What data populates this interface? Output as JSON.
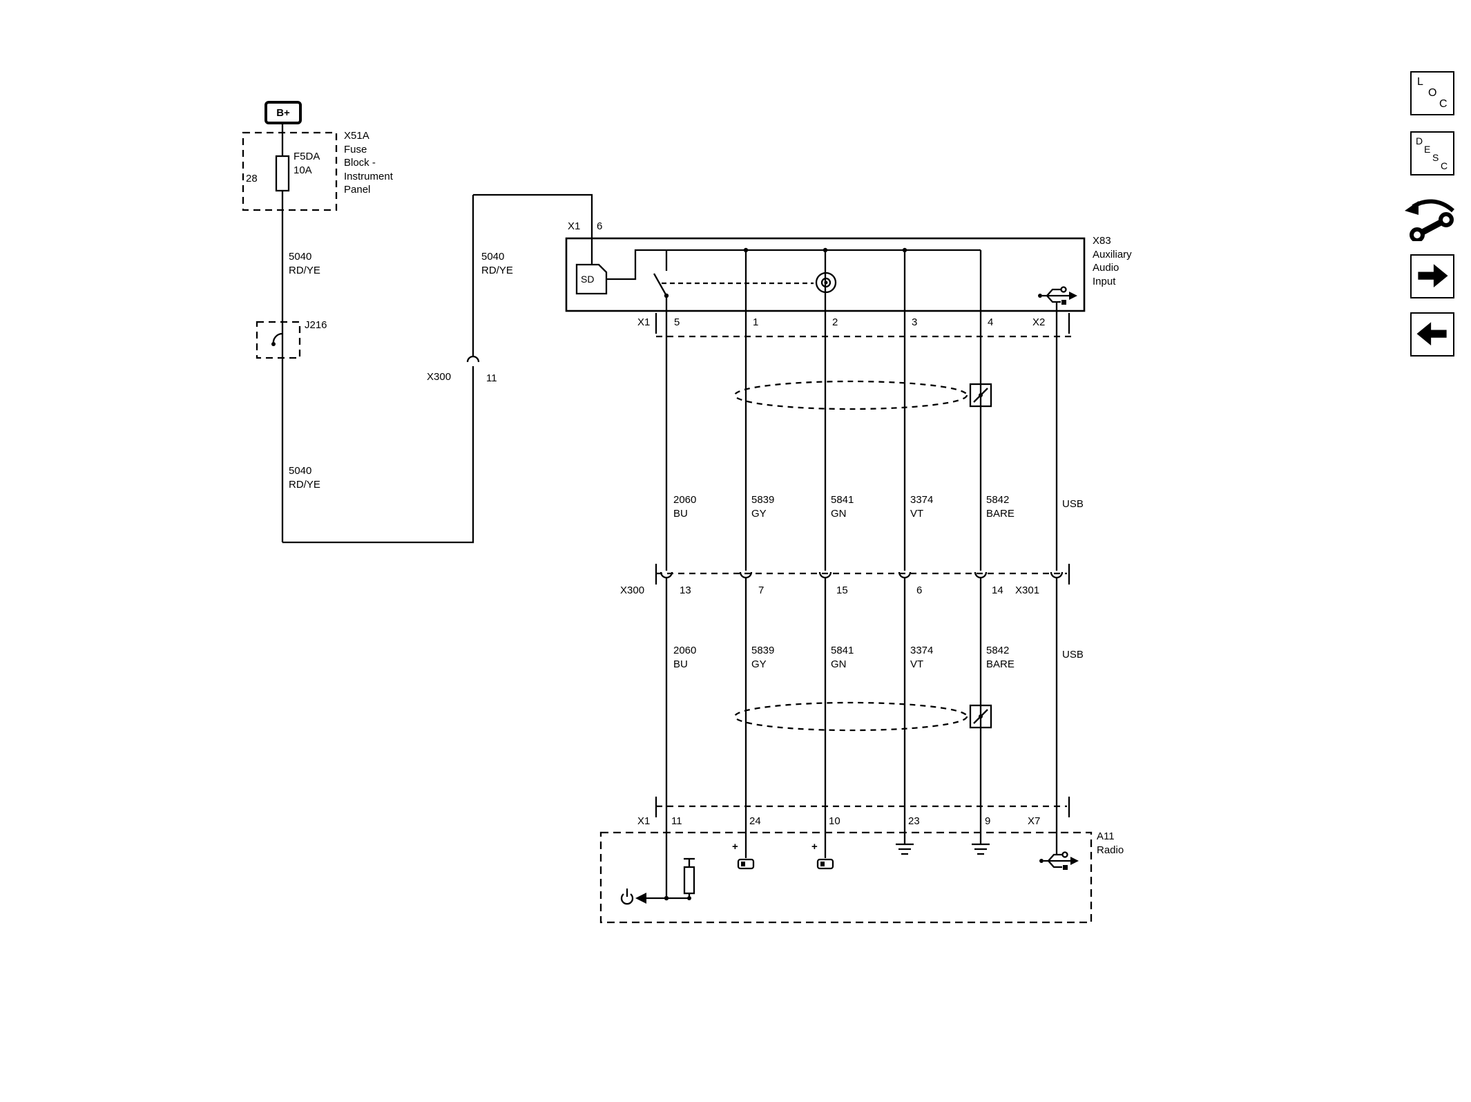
{
  "battery": {
    "label": "B+"
  },
  "fuse_block": {
    "title": "X51A\nFuse\nBlock -\nInstrument\nPanel",
    "fuse_label": "F5DA\n10A",
    "cavity": "28"
  },
  "splice": {
    "label": "J216"
  },
  "power_wire": {
    "seg_a": "5040\nRD/YE",
    "seg_b": "5040\nRD/YE",
    "seg_c": "5040\nRD/YE"
  },
  "x300_single": {
    "name": "X300",
    "pin": "11"
  },
  "x83": {
    "title": "X83\nAuxiliary\nAudio\nInput",
    "top_conn": "X1",
    "top_pin": "6",
    "sd_label": "SD",
    "bottom_conn_left": "X1",
    "bottom_pins": [
      "5",
      "1",
      "2",
      "3",
      "4"
    ],
    "bottom_conn_right": "X2"
  },
  "harness_upper": [
    "2060\nBU",
    "5839\nGY",
    "5841\nGN",
    "3374\nVT",
    "5842\nBARE",
    "USB"
  ],
  "inline_row": {
    "left": "X300",
    "pins": [
      "13",
      "7",
      "15",
      "6",
      "14"
    ],
    "right": "X301"
  },
  "harness_lower": [
    "2060\nBU",
    "5839\nGY",
    "5841\nGN",
    "3374\nVT",
    "5842\nBARE",
    "USB"
  ],
  "radio": {
    "title": "A11\nRadio",
    "conn_left": "X1",
    "pins": [
      "11",
      "24",
      "10",
      "23",
      "9"
    ],
    "conn_right": "X7",
    "plus_left": "+",
    "plus_right": "+"
  },
  "toolbar": {
    "loc": {
      "l1": "L",
      "l2": "O",
      "l3": "C"
    },
    "desc": {
      "d1": "D",
      "d2": "E",
      "d3": "S",
      "d4": "C"
    }
  },
  "icons": {
    "sd_slot": "sd-card-slot",
    "aux_jack": "headphone-jack-icon",
    "usb_x2": "usb-icon",
    "usb_x7": "usb-icon",
    "power": "power-icon",
    "ground": "ground-icon",
    "shield": "shield-termination-icon",
    "repair": "wrench-arrow-icon",
    "nav_fwd": "arrow-right-icon",
    "nav_back": "arrow-left-icon"
  },
  "colors": {
    "line": "#000000",
    "background": "#ffffff"
  }
}
